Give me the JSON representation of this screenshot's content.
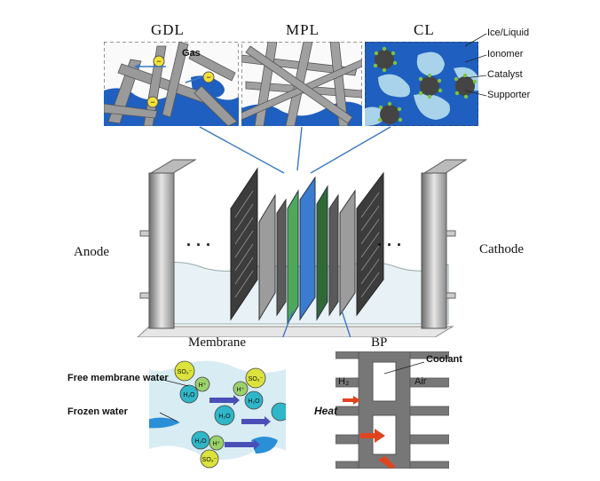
{
  "panels": {
    "gdl": {
      "title": "GDL",
      "gas": "Gas"
    },
    "mpl": {
      "title": "MPL"
    },
    "cl": {
      "title": "CL"
    }
  },
  "legend": {
    "ice_liquid": "Ice/Liquid",
    "ionomer": "Ionomer",
    "catalyst": "Catalyst",
    "supporter": "Supporter"
  },
  "stack": {
    "anode": "Anode",
    "cathode": "Cathode",
    "left_dots": "· · ·",
    "right_dots": "· · ·"
  },
  "membrane": {
    "title": "Membrane",
    "free_water": "Free membrane water",
    "frozen_water": "Frozen water",
    "so3": "SO₃⁻",
    "h2o": "H₂O",
    "h_plus": "H⁺"
  },
  "bp": {
    "title": "BP",
    "coolant": "Coolant",
    "h2": "H₂",
    "air": "Air",
    "heat": "Heat"
  },
  "colors": {
    "water_blue": "#1f5fbf",
    "ionomer_light": "#a9d3ea",
    "catalyst_green": "#7cc242",
    "connector_blue": "#3a78c2",
    "heat_red": "#e0441f"
  }
}
